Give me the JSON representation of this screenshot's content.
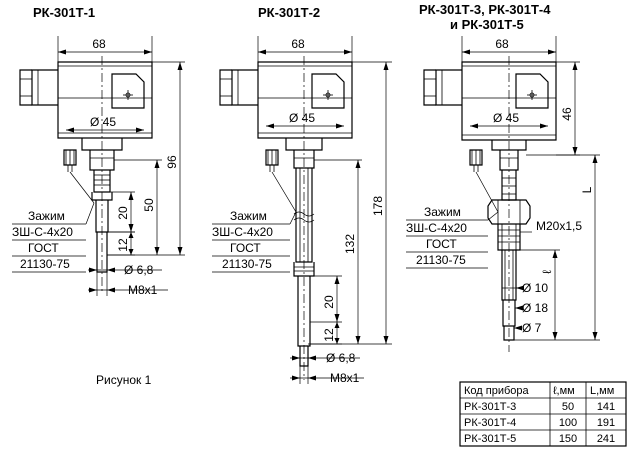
{
  "titles": {
    "fig1": "РК-301Т-1",
    "fig2": "РК-301Т-2",
    "fig3_line1": "РК-301Т-3, РК-301Т-4",
    "fig3_line2": "и РК-301Т-5"
  },
  "dims": {
    "width68": "68",
    "dia45": "Ø 45",
    "h96": "96",
    "h50": "50",
    "h20": "20",
    "h12": "12",
    "dia68": "Ø 6,8",
    "m8": "M8x1",
    "h178": "178",
    "h132": "132",
    "h46": "46",
    "L": "L",
    "l": "ℓ",
    "m20": "M20x1,5",
    "dia10": "Ø 10",
    "dia18": "Ø 18",
    "dia7": "Ø 7"
  },
  "terminal_note": {
    "line1": "Зажим",
    "line2": "ЗШ-С-4х20",
    "line3": "ГОСТ",
    "line4": "21130-75"
  },
  "caption": "Рисунок 1",
  "table": {
    "headers": [
      "Код прибора",
      "ℓ,мм",
      "L,мм"
    ],
    "rows": [
      [
        "РК-301Т-3",
        "50",
        "141"
      ],
      [
        "РК-301Т-4",
        "100",
        "191"
      ],
      [
        "РК-301Т-5",
        "150",
        "241"
      ]
    ]
  }
}
